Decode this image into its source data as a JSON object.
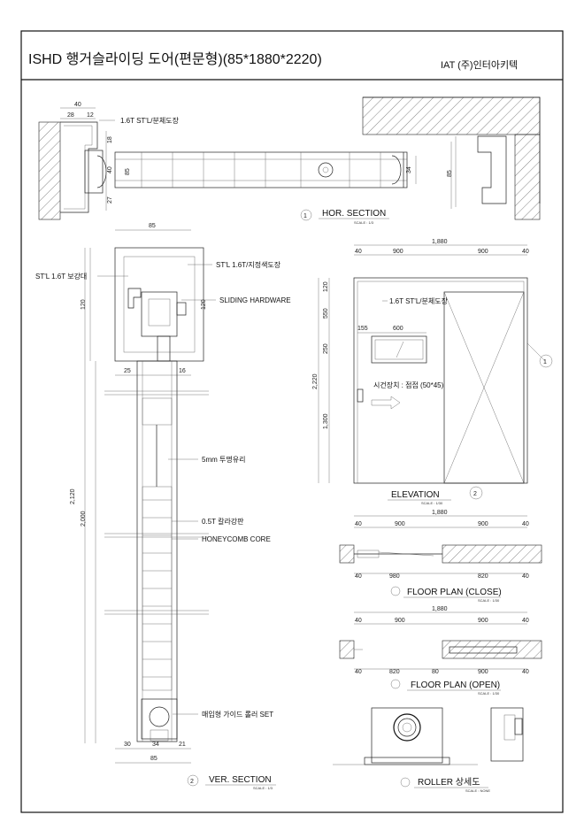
{
  "header": {
    "title": "ISHD 행거슬라이딩 도어(편문형)(85*1880*2220)",
    "company": "IAT (주)인터아키텍"
  },
  "hor_section": {
    "title": "HOR. SECTION",
    "number": "1",
    "scale": "SCALE : 1/3",
    "note": "1.6T ST'L/분체도장",
    "dims": [
      "40",
      "28",
      "12",
      "18",
      "40",
      "85",
      "27",
      "34",
      "85"
    ]
  },
  "ver_section": {
    "title": "VER. SECTION",
    "number": "2",
    "scale": "SCALE : 1/3",
    "notes": {
      "reinforcement": "ST'L 1.6T 보강대",
      "steel_paint": "ST'L 1.6T/지정색도장",
      "sliding": "SLIDING HARDWARE",
      "glass": "5mm 투명유리",
      "steel_plate": "0.5T 칼라강판",
      "core": "HONEYCOMB CORE",
      "roller": "매입형 가이드 롤러 SET"
    },
    "dims": {
      "top_width": "85",
      "d25": "25",
      "d16": "16",
      "d120a": "120",
      "d120b": "120",
      "total": "2,120",
      "height": "2,000",
      "b30": "30",
      "b34": "34",
      "b21": "21",
      "bottom_width": "85"
    }
  },
  "elevation": {
    "title": "ELEVATION",
    "scale": "SCALE : 1/30",
    "note_steel": "1.6T ST'L/분체도장",
    "note_closer": "시건장치 : 점접 (50*45)",
    "callout_1": "1",
    "callout_2": "2",
    "dims": {
      "width": "1,880",
      "d40a": "40",
      "d900a": "900",
      "d900b": "900",
      "d40b": "40",
      "h120": "120",
      "h550": "550",
      "h250": "250",
      "h2220": "2,220",
      "h1300": "1,300",
      "w155": "155",
      "w600": "600"
    }
  },
  "floor_close": {
    "title": "FLOOR PLAN (CLOSE)",
    "scale": "SCALE : 1/30",
    "dims_top": [
      "40",
      "900",
      "900",
      "40"
    ],
    "width": "1,880",
    "dims_bottom": [
      "40",
      "980",
      "820",
      "40"
    ]
  },
  "floor_open": {
    "title": "FLOOR PLAN (OPEN)",
    "scale": "SCALE : 1/30",
    "dims_top": [
      "40",
      "900",
      "900",
      "40"
    ],
    "width": "1,880",
    "dims_bottom": [
      "40",
      "820",
      "80",
      "900",
      "40"
    ]
  },
  "roller": {
    "title": "ROLLER 상세도",
    "scale": "SCALE : NONE"
  }
}
